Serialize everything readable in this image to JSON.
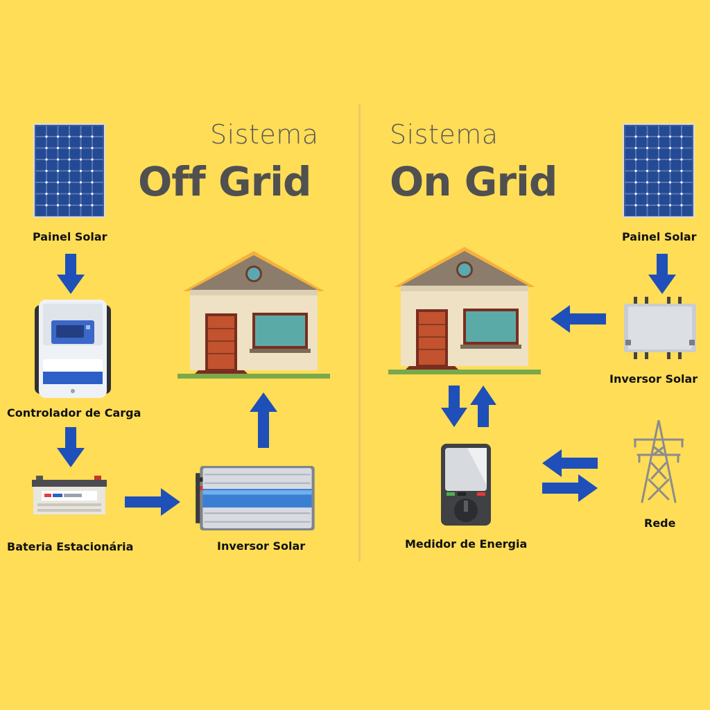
{
  "offgrid": {
    "title_top": "Sistema",
    "title_bottom": "Off Grid",
    "labels": {
      "painel": "Painel Solar",
      "controlador": "Controlador de Carga",
      "bateria": "Bateria Estacionária",
      "inversor": "Inversor Solar"
    }
  },
  "ongrid": {
    "title_top": "Sistema",
    "title_bottom": "On Grid",
    "labels": {
      "painel": "Painel Solar",
      "inversor": "Inversor Solar",
      "medidor": "Medidor de Energia",
      "rede": "Rede"
    }
  },
  "colors": {
    "background": "#FFDD57",
    "arrow": "#1F4FB8",
    "panel": "#1C3C7A",
    "divider": "#F2C56B"
  }
}
